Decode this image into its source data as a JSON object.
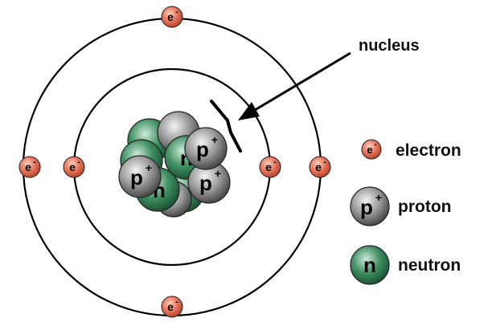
{
  "diagram": {
    "callout": {
      "label": "nucleus"
    },
    "symbols": {
      "electron": "e",
      "electron_charge": "-",
      "proton": "p",
      "proton_charge": "+",
      "neutron": "n"
    },
    "legend": [
      {
        "key": "electron",
        "label": "electron"
      },
      {
        "key": "proton",
        "label": "proton"
      },
      {
        "key": "neutron",
        "label": "neutron"
      }
    ],
    "colors": {
      "electron": "#e2735a",
      "proton": "#8a8a8a",
      "neutron": "#2e7a4e",
      "orbit": "#000000"
    }
  }
}
